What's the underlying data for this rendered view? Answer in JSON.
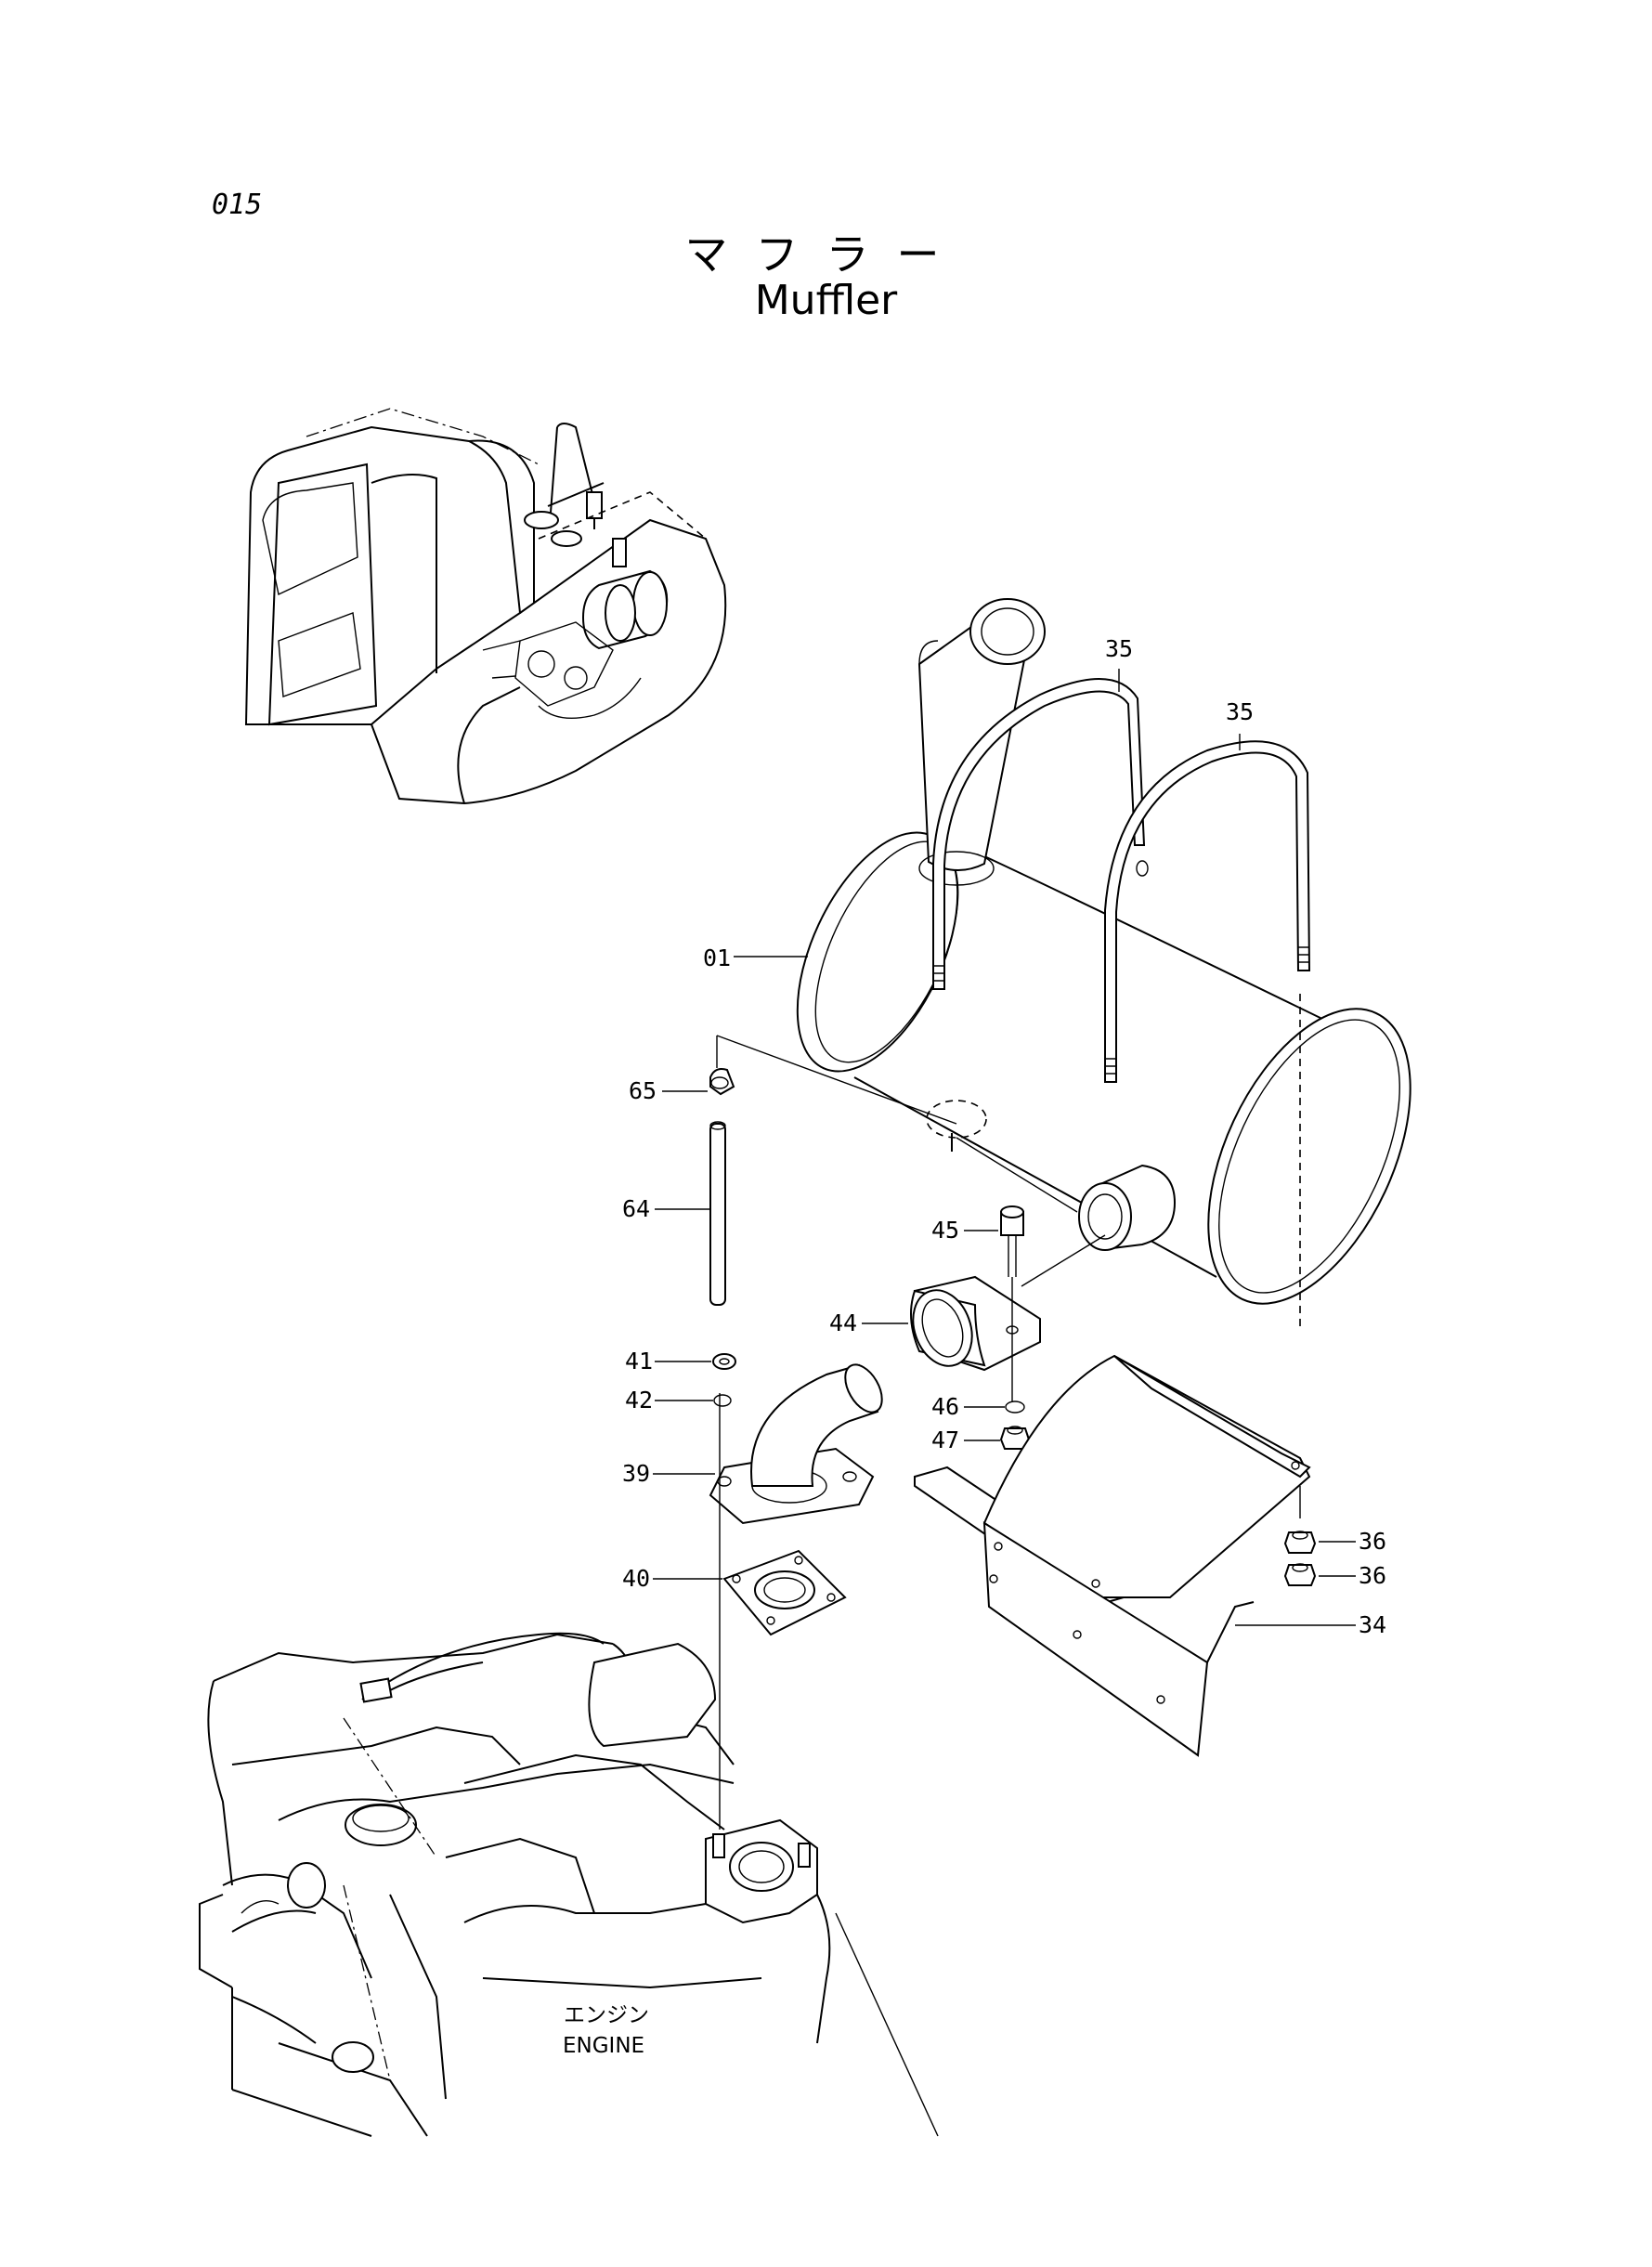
{
  "page_number": "015",
  "title_japanese": "マフラー",
  "title_english": "Muffler",
  "engine_label_japanese": "エンジン",
  "engine_label_english": "ENGINE",
  "part_labels": {
    "p01": "01",
    "p35a": "35",
    "p35b": "35",
    "p65": "65",
    "p64": "64",
    "p45": "45",
    "p44": "44",
    "p41": "41",
    "p42": "42",
    "p39": "39",
    "p40": "40",
    "p46": "46",
    "p47": "47",
    "p36a": "36",
    "p36b": "36",
    "p34": "34"
  }
}
